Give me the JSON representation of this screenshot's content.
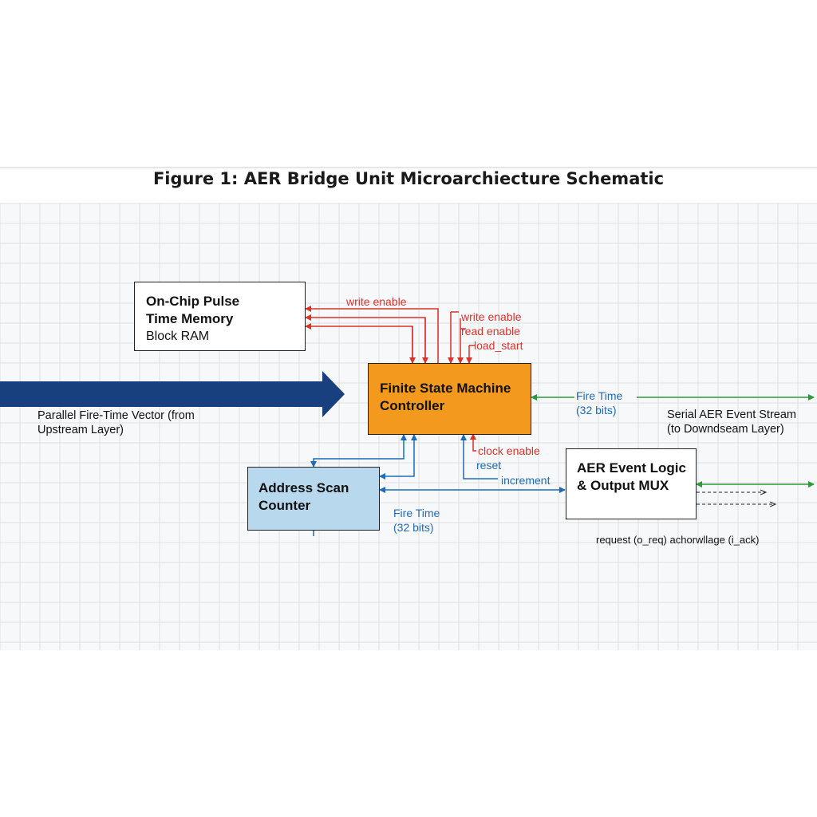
{
  "title": "Figure 1: AER Bridge Unit Microarchiecture Schematic",
  "blocks": {
    "memory": {
      "lines": [
        "On-Chip Pulse",
        "Time Memory",
        "Block RAM"
      ]
    },
    "fsm": {
      "lines": [
        "Finite State Machine",
        "Controller"
      ]
    },
    "counter": {
      "lines": [
        "Address Scan",
        "Counter"
      ]
    },
    "aer_logic": {
      "lines": [
        "AER Event Logic",
        "& Output MUX"
      ]
    }
  },
  "input": {
    "lines": [
      "Parallel Fire-Time Vector (from",
      "Upstream Layer)"
    ]
  },
  "output": {
    "lines": [
      "Serial AER Event Stream",
      "(to Downdseam Layer)"
    ]
  },
  "signals": {
    "write_enable_1": "write enable",
    "write_enable_2": "write enable",
    "read_enable": "read enable",
    "load_start": "load_start",
    "fire_time_top": [
      "Fire Time",
      "(32 bits)"
    ],
    "clock_enable": "clock enable",
    "reset": "reset",
    "increment": "increment",
    "fire_time_bottom": [
      "Fire Time",
      "(32 bits)"
    ],
    "handshake": "request (o_req) achorwllage (i_ack)"
  },
  "colors": {
    "fsm_fill": "#f39a1e",
    "counter_fill": "#b8d8ee",
    "input_arrow": "#183f7e",
    "control": "#d9332b",
    "data": "#1f6bb5",
    "stream": "#2a9a3a",
    "grid": "#dcdfe3"
  }
}
